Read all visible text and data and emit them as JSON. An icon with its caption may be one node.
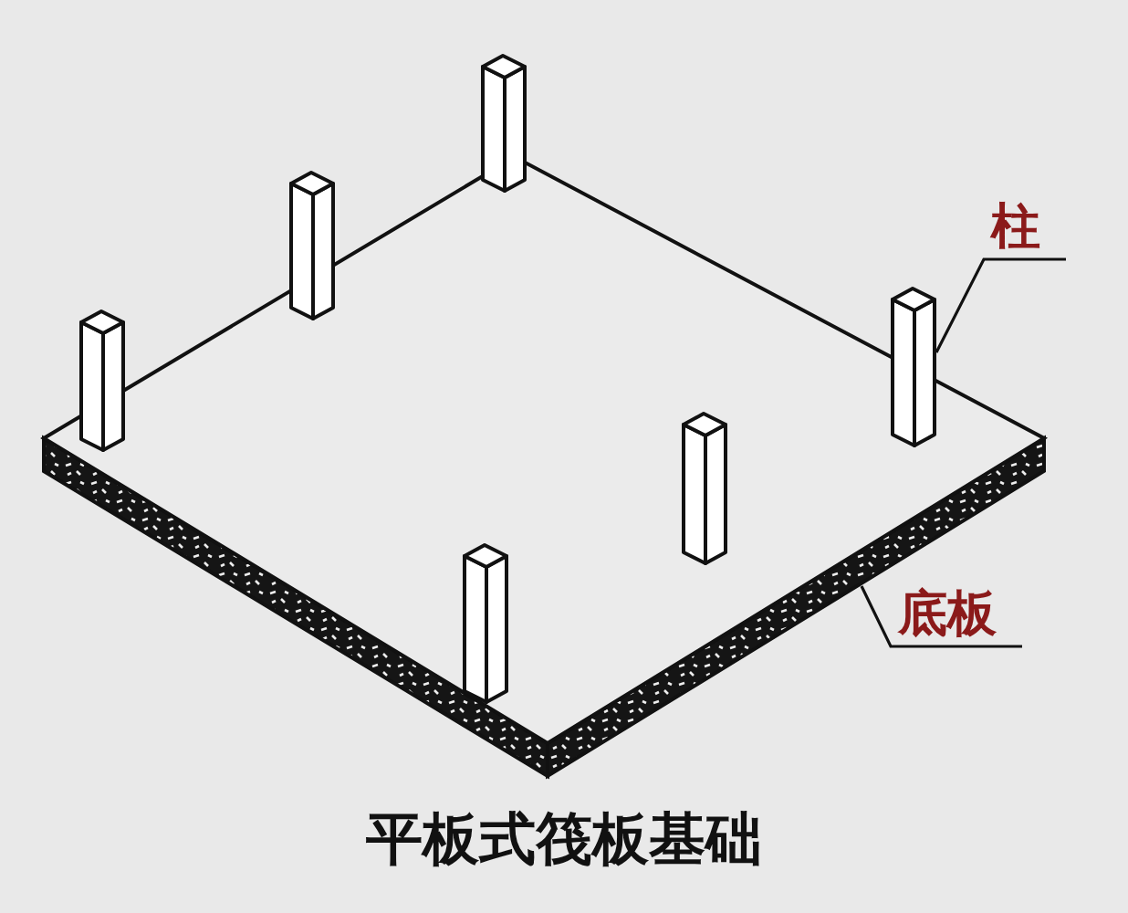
{
  "diagram": {
    "caption": "平板式筏板基础",
    "nodes": [
      {
        "text": [
          "柱"
        ]
      },
      {
        "text": [],
        "shape": "picture"
      },
      {
        "text": [
          "底板"
        ]
      },
      {
        "text": [],
        "shape": "picture"
      }
    ],
    "edges": [
      {
        "from": 0,
        "to": 1,
        "arrow": "none"
      },
      {
        "from": 2,
        "to": 3,
        "arrow": "none"
      }
    ]
  }
}
